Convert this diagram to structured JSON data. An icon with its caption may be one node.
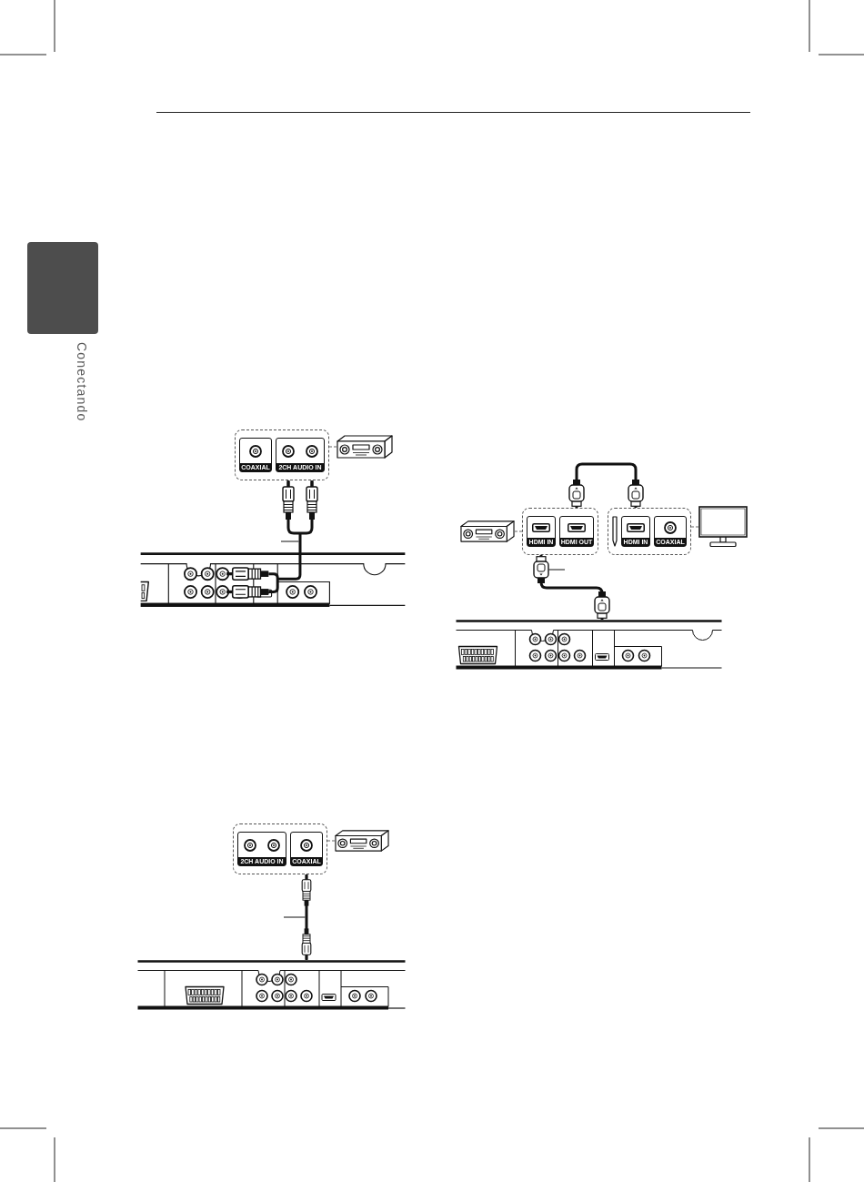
{
  "diagram": {
    "nodes": [
      {
        "text": [],
        "shape": "box",
        "beside": [
          "Conectando"
        ]
      },
      {
        "text": [
          "COAXIAL",
          "2CH AUDIO IN"
        ]
      },
      {
        "text": [],
        "shape": "picture"
      },
      {
        "text": [],
        "shape": "picture"
      },
      {
        "text": [
          "2CH AUDIO IN",
          "COAXIAL"
        ]
      },
      {
        "text": [],
        "shape": "picture"
      },
      {
        "text": [],
        "shape": "picture"
      },
      {
        "text": [],
        "shape": "picture"
      },
      {
        "text": [
          "HDMI IN",
          "HDMI OUT"
        ]
      },
      {
        "text": [
          "HDMI IN",
          "COAXIAL"
        ]
      },
      {
        "text": [],
        "shape": "picture"
      },
      {
        "text": [],
        "shape": "picture"
      }
    ],
    "edges": [
      {
        "from": 1,
        "to": 2,
        "arrow": "none",
        "style": "dashed",
        "color": "#666666"
      },
      {
        "from": 1,
        "to": 3,
        "arrow": "other",
        "style": "thick"
      },
      {
        "from": 4,
        "to": 5,
        "arrow": "none",
        "style": "dashed",
        "color": "#666666"
      },
      {
        "from": 4,
        "to": 6,
        "arrow": "other",
        "style": "thick"
      },
      {
        "from": 8,
        "to": 7,
        "arrow": "none",
        "style": "dashed",
        "color": "#666666"
      },
      {
        "from": 11,
        "to": 8,
        "arrow": "other",
        "style": "thick"
      },
      {
        "from": 8,
        "to": 9,
        "arrow": "other",
        "style": "thick"
      },
      {
        "from": 9,
        "to": 10,
        "arrow": "none",
        "style": "dashed",
        "color": "#666666"
      }
    ]
  }
}
